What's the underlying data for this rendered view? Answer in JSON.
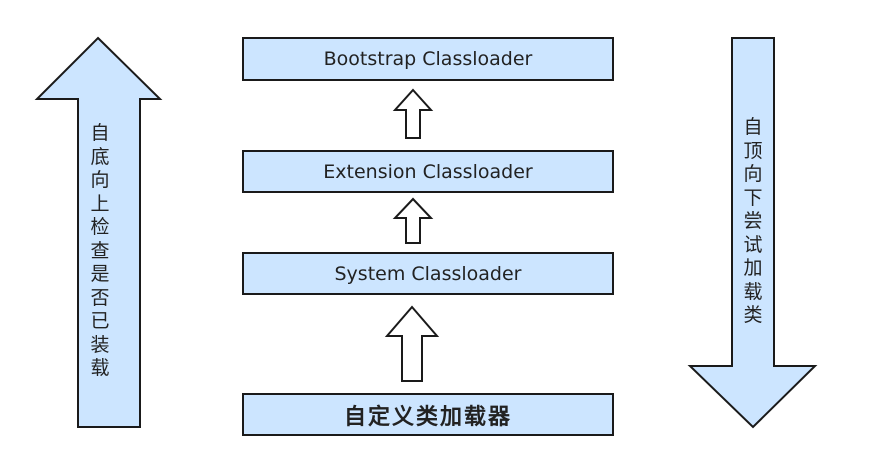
{
  "diagram": {
    "boxes": [
      {
        "id": "bootstrap",
        "label": "Bootstrap Classloader"
      },
      {
        "id": "extension",
        "label": "Extension Classloader"
      },
      {
        "id": "system",
        "label": "System Classloader"
      },
      {
        "id": "custom",
        "label": "自定义类加载器"
      }
    ],
    "left_arrow_label": "自底向上检查是否已装载",
    "right_arrow_label": "自顶向下尝试加载类",
    "colors": {
      "fill": "#cce5ff",
      "stroke": "#1a1a1a",
      "text": "#222222"
    }
  }
}
